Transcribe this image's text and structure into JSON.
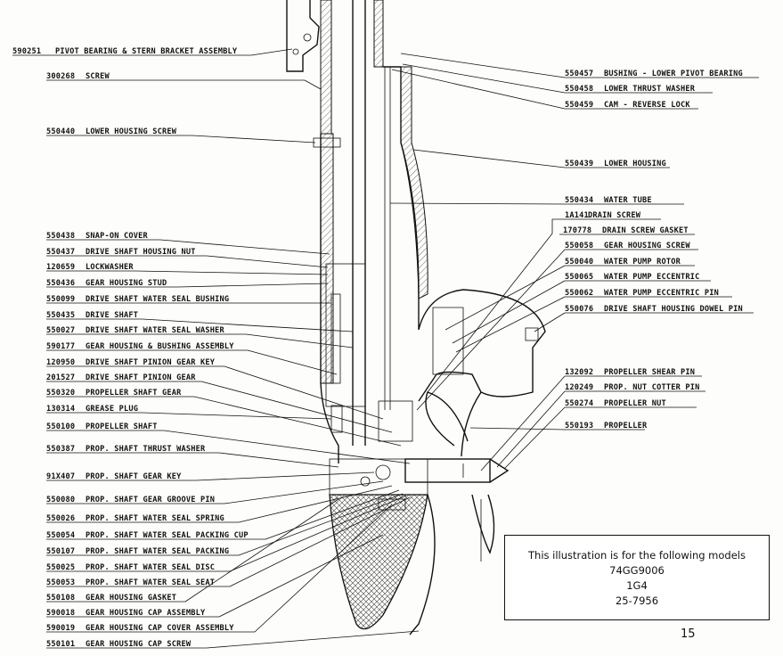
{
  "left_labels": [
    {
      "part": "590251",
      "name": "PIVOT BEARING & STERN BRACKET ASSEMBLY"
    },
    {
      "part": "300268",
      "name": "SCREW"
    },
    {
      "part": "550440",
      "name": "LOWER HOUSING SCREW"
    },
    {
      "part": "550438",
      "name": "SNAP-ON COVER"
    },
    {
      "part": "550437",
      "name": "DRIVE SHAFT HOUSING NUT"
    },
    {
      "part": "120659",
      "name": "LOCKWASHER"
    },
    {
      "part": "550436",
      "name": "GEAR HOUSING STUD"
    },
    {
      "part": "550099",
      "name": "DRIVE SHAFT WATER SEAL BUSHING"
    },
    {
      "part": "550435",
      "name": "DRIVE SHAFT"
    },
    {
      "part": "550027",
      "name": "DRIVE SHAFT WATER SEAL WASHER"
    },
    {
      "part": "590177",
      "name": "GEAR HOUSING & BUSHING ASSEMBLY"
    },
    {
      "part": "120950",
      "name": "DRIVE SHAFT PINION GEAR KEY"
    },
    {
      "part": "201527",
      "name": "DRIVE SHAFT PINION GEAR"
    },
    {
      "part": "550320",
      "name": "PROPELLER SHAFT GEAR"
    },
    {
      "part": "130314",
      "name": "GREASE PLUG"
    },
    {
      "part": "550100",
      "name": "PROPELLER SHAFT"
    },
    {
      "part": "550387",
      "name": "PROP. SHAFT THRUST WASHER"
    },
    {
      "part": "91X407",
      "name": "PROP. SHAFT GEAR KEY"
    },
    {
      "part": "550080",
      "name": "PROP. SHAFT GEAR GROOVE PIN"
    },
    {
      "part": "550026",
      "name": "PROP. SHAFT WATER SEAL SPRING"
    },
    {
      "part": "550054",
      "name": "PROP. SHAFT WATER SEAL PACKING CUP"
    },
    {
      "part": "550107",
      "name": "PROP. SHAFT WATER SEAL PACKING"
    },
    {
      "part": "550025",
      "name": "PROP. SHAFT WATER SEAL DISC"
    },
    {
      "part": "550053",
      "name": "PROP. SHAFT WATER SEAL SEAT"
    },
    {
      "part": "550108",
      "name": "GEAR HOUSING GASKET"
    },
    {
      "part": "590018",
      "name": "GEAR HOUSING CAP ASSEMBLY"
    },
    {
      "part": "590019",
      "name": "GEAR HOUSING CAP COVER ASSEMBLY"
    },
    {
      "part": "550101",
      "name": "GEAR HOUSING CAP SCREW"
    }
  ],
  "right_labels": [
    {
      "part": "550457",
      "name": "BUSHING - LOWER PIVOT BEARING"
    },
    {
      "part": "550458",
      "name": "LOWER THRUST WASHER"
    },
    {
      "part": "550459",
      "name": "CAM - REVERSE LOCK"
    },
    {
      "part": "550439",
      "name": "LOWER HOUSING"
    },
    {
      "part": "550434",
      "name": "WATER TUBE"
    },
    {
      "part": "1A141",
      "name": "DRAIN SCREW"
    },
    {
      "part": "170778",
      "name": "DRAIN SCREW GASKET"
    },
    {
      "part": "550058",
      "name": "GEAR HOUSING SCREW"
    },
    {
      "part": "550040",
      "name": "WATER PUMP ROTOR"
    },
    {
      "part": "550065",
      "name": "WATER PUMP ECCENTRIC"
    },
    {
      "part": "550062",
      "name": "WATER PUMP ECCENTRIC PIN"
    },
    {
      "part": "550076",
      "name": "DRIVE SHAFT HOUSING DOWEL PIN"
    },
    {
      "part": "132092",
      "name": "PROPELLER SHEAR PIN"
    },
    {
      "part": "120249",
      "name": "PROP. NUT COTTER PIN"
    },
    {
      "part": "550274",
      "name": "PROPELLER NUT"
    },
    {
      "part": "550193",
      "name": "PROPELLER"
    }
  ],
  "model_box": {
    "line1": "This illustration is for the following models",
    "models": [
      "74GG9006",
      "1G4",
      "25-7956"
    ]
  },
  "page_number": "15"
}
